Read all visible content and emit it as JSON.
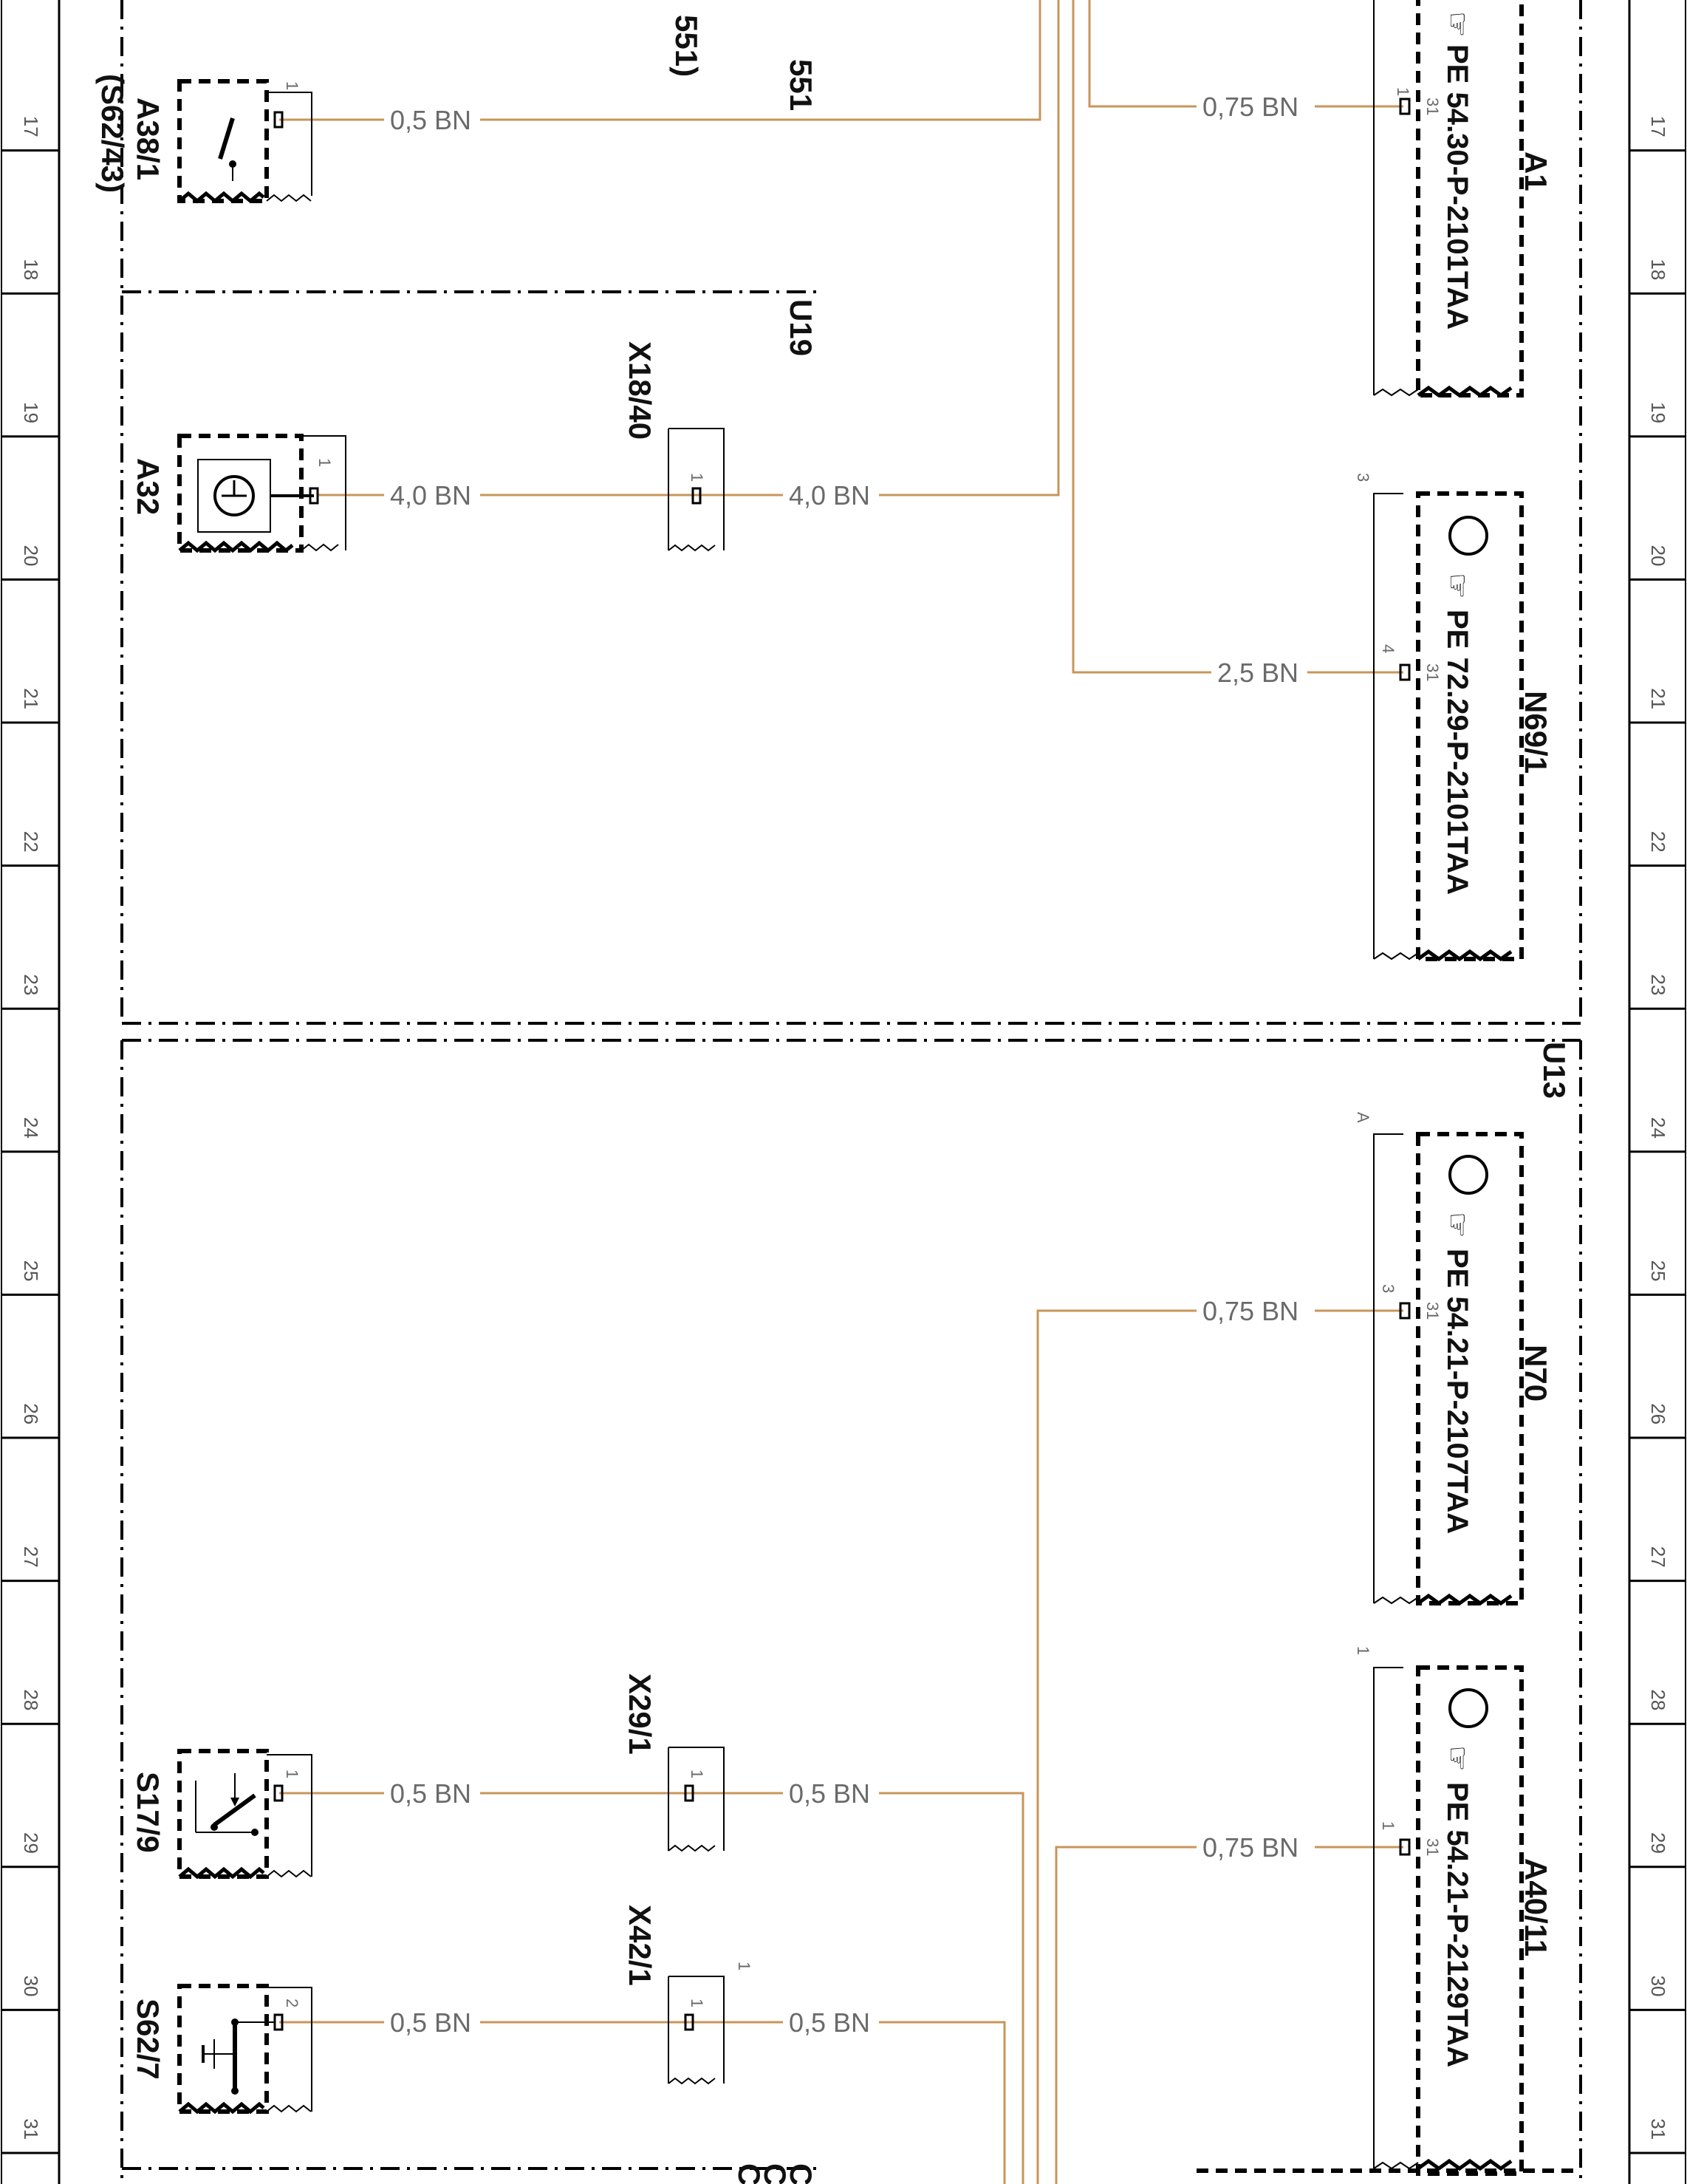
{
  "colors": {
    "wire": "#c8965a",
    "line": "#000000",
    "text_gray": "#6a6a6a"
  },
  "grid": {
    "rows": [
      "17",
      "18",
      "19",
      "20",
      "21",
      "22",
      "23",
      "24",
      "25",
      "26",
      "27",
      "28",
      "29",
      "30",
      "31"
    ]
  },
  "top_refs": {
    "ref_a": "551",
    "ref_b": "551)"
  },
  "areas": {
    "u19": "U19",
    "u13": "U13"
  },
  "components": {
    "a38": {
      "line1": "A38/1",
      "line2": "(S62/43)",
      "pin": "1"
    },
    "a32": {
      "label": "A32",
      "pin": "1"
    },
    "x18": {
      "label": "X18/40",
      "pin": "1"
    },
    "s17": {
      "label": "S17/9",
      "pin": "1"
    },
    "x29": {
      "label": "X29/1",
      "pin": "1"
    },
    "s62": {
      "label": "S62/7",
      "pin": "2"
    },
    "x42": {
      "label": "X42/1",
      "pin": "1",
      "pin_top": "1"
    },
    "a1": {
      "label": "A1",
      "doc": "PE 54.30-P-2101TAA",
      "pin": "1",
      "term": "31"
    },
    "n69": {
      "label": "N69/1",
      "doc": "PE 72.29-P-2101TAA",
      "pin": "4",
      "term": "31",
      "pin_top": "3"
    },
    "n70": {
      "label": "N70",
      "doc": "PE 54.21-P-2107TAA",
      "pin": "3",
      "term": "31",
      "pin_top": "A"
    },
    "a40": {
      "label": "A40/11",
      "doc": "PE 54.21-P-2129TAA",
      "pin": "1",
      "term": "31",
      "pin_top": "1"
    }
  },
  "wires": {
    "a38_out": "0,5 BN",
    "a32_out": "4,0 BN",
    "x18_out": "4,0 BN",
    "a1_in": "0,75 BN",
    "n69_in": "2,5 BN",
    "n70_in": "0,75 BN",
    "a40_in": "0,75 BN",
    "s17_out": "0,5 BN",
    "x29_out": "0,5 BN",
    "s62_out": "0,5 BN",
    "x42_out": "0,5 BN"
  },
  "bottom_partial": {
    "c1": "C",
    "c2": "C",
    "c3": "C"
  }
}
